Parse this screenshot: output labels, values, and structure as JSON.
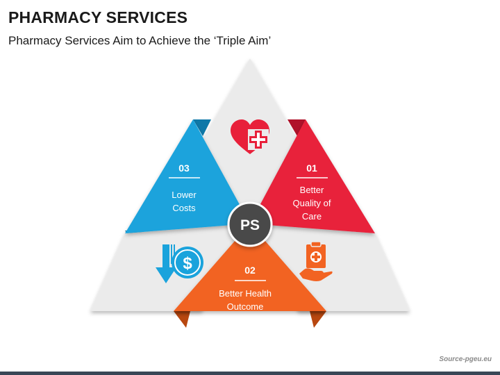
{
  "slide": {
    "title": "PHARMACY SERVICES",
    "subtitle": "Pharmacy Services Aim to Achieve the ‘Triple Aim’",
    "source": "Source-pgeu.eu"
  },
  "center": {
    "label": "PS",
    "color": "#4a4a4a"
  },
  "segments": [
    {
      "number": "01",
      "line1": "Better",
      "line2": "Quality of",
      "line3": "Care",
      "color": "#e8203a",
      "icon": "heart-plus-icon"
    },
    {
      "number": "02",
      "line1": "Better Health",
      "line2": "Outcome",
      "color": "#f26322",
      "icon": "clipboard-hand-icon"
    },
    {
      "number": "03",
      "line1": "Lower",
      "line2": "Costs",
      "color": "#1aa3dc",
      "icon": "dollar-down-icon"
    }
  ],
  "colors": {
    "light_triangle": "#ebebeb",
    "text_on_color": "#ffffff"
  }
}
